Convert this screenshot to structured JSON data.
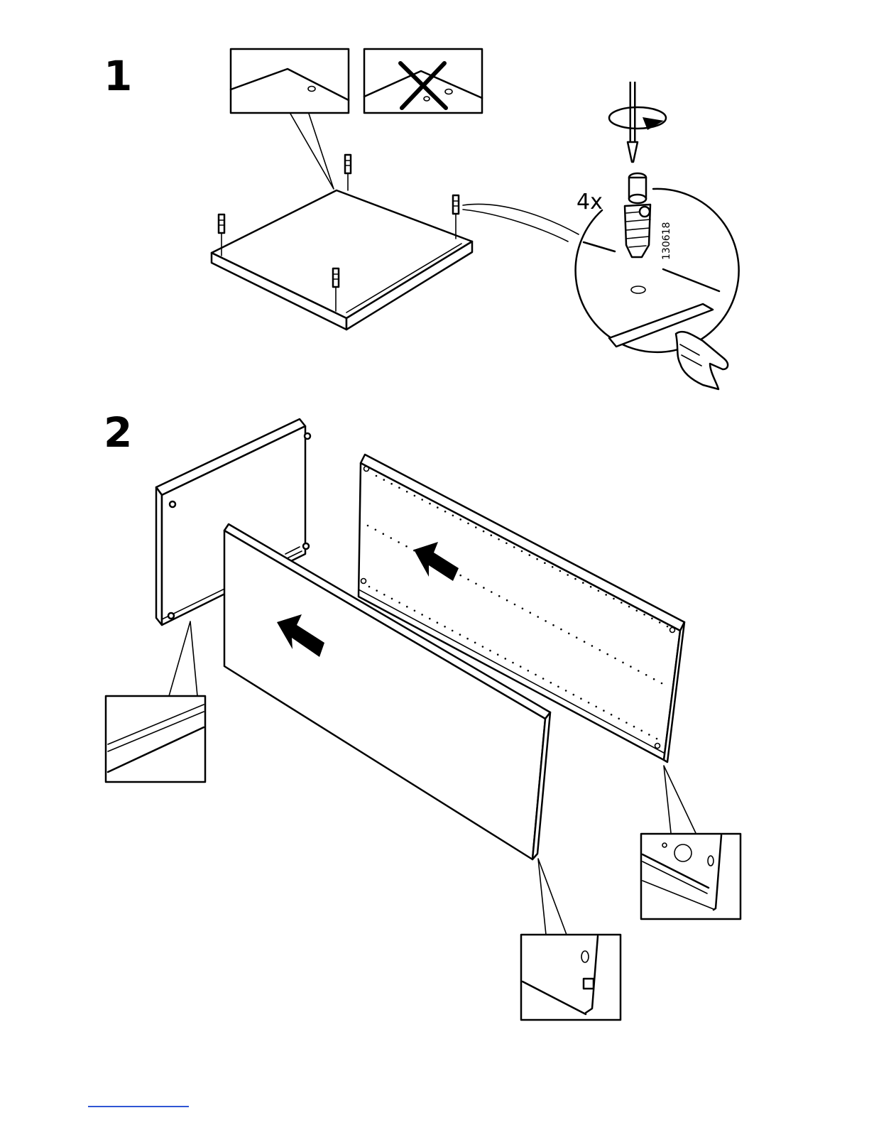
{
  "steps": [
    {
      "number": "1"
    },
    {
      "number": "2"
    }
  ],
  "step1": {
    "quantity_label": "4x",
    "part_number": "130618"
  },
  "icons": {
    "screwdriver": "screwdriver-icon",
    "rotate_arrow": "rotate-arrow-icon",
    "hand": "hand-pointing-icon",
    "correct_detail": "correct-orientation-detail",
    "wrong_detail": "wrong-orientation-cross-icon",
    "push_arrow": "push-arrow-icon"
  },
  "colors": {
    "ink": "#000000",
    "background": "#ffffff",
    "footer_rule": "#2f55d4"
  }
}
